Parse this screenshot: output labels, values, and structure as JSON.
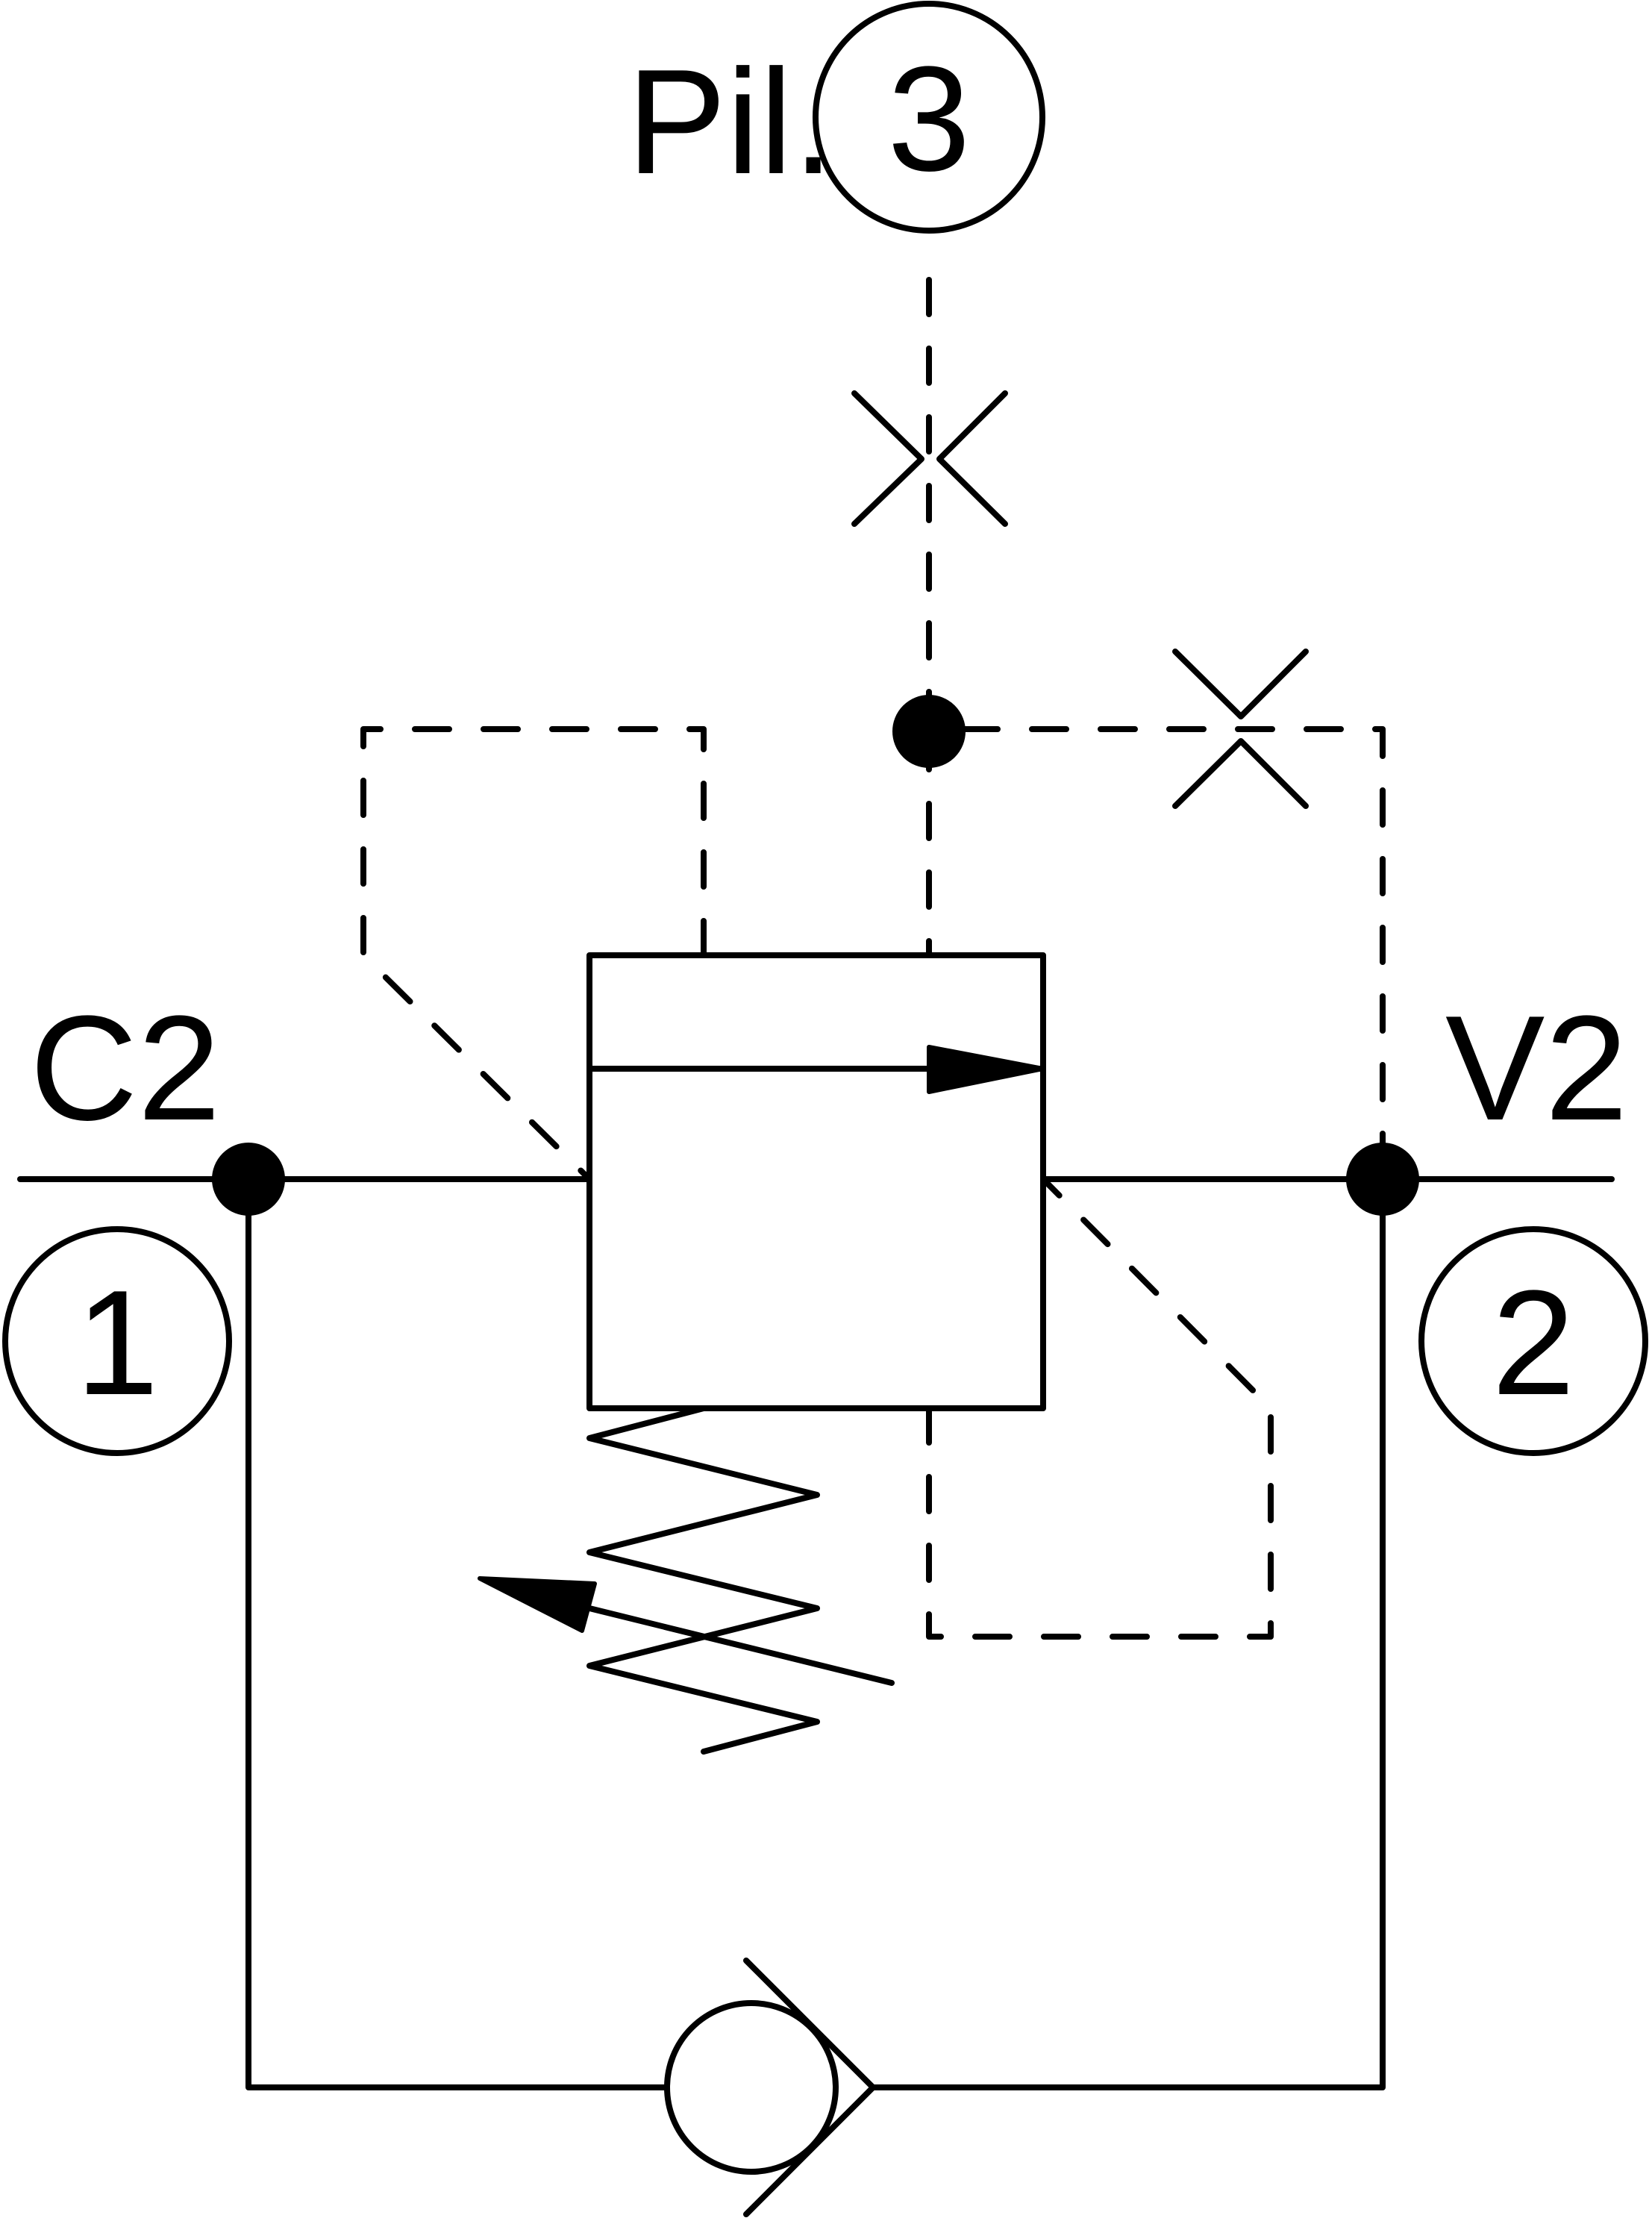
{
  "labels": {
    "pilot_prefix": "Pil.",
    "pilot_port": "3",
    "c2": "C2",
    "port_1": "1",
    "v2": "V2",
    "port_2": "2"
  },
  "colors": {
    "stroke": "#000000",
    "background": "#ffffff"
  }
}
